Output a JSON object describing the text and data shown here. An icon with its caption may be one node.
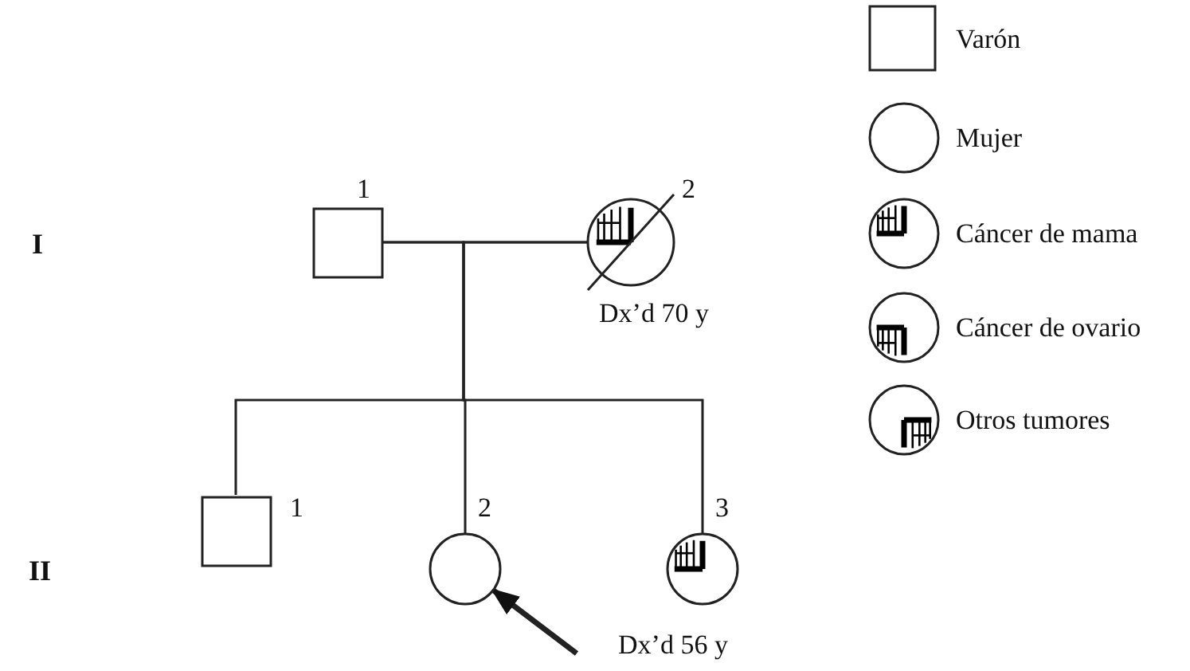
{
  "diagram": {
    "nodes": [
      {
        "text": [],
        "shape": "box",
        "beside": [
          "1"
        ]
      },
      {
        "text": [],
        "shape": "circle",
        "beside": [
          "2",
          "Dx’d 70 y"
        ]
      },
      {
        "text": [],
        "shape": "box",
        "beside": [
          "1"
        ]
      },
      {
        "text": [],
        "shape": "circle",
        "beside": [
          "2"
        ]
      },
      {
        "text": [],
        "shape": "circle",
        "beside": [
          "3",
          "Dx’d 56 y"
        ]
      }
    ],
    "edges": [
      {
        "from": 0,
        "to": 1,
        "arrow": "none"
      },
      {
        "from": 0,
        "to": 2,
        "arrow": "none"
      },
      {
        "from": 1,
        "to": 2,
        "arrow": "none"
      },
      {
        "from": 0,
        "to": 3,
        "arrow": "none"
      },
      {
        "from": 1,
        "to": 3,
        "arrow": "none"
      },
      {
        "from": 0,
        "to": 4,
        "arrow": "none"
      },
      {
        "from": 1,
        "to": 4,
        "arrow": "none"
      },
      {
        "from": null,
        "to": 3,
        "arrow": "to",
        "style": "thick"
      }
    ],
    "labels": [
      "I",
      "II"
    ],
    "legend": [
      {
        "text": "Varón"
      },
      {
        "text": "Mujer"
      },
      {
        "text": "Cáncer de mama"
      },
      {
        "text": "Cáncer de ovario"
      },
      {
        "text": "Otros tumores"
      }
    ]
  }
}
